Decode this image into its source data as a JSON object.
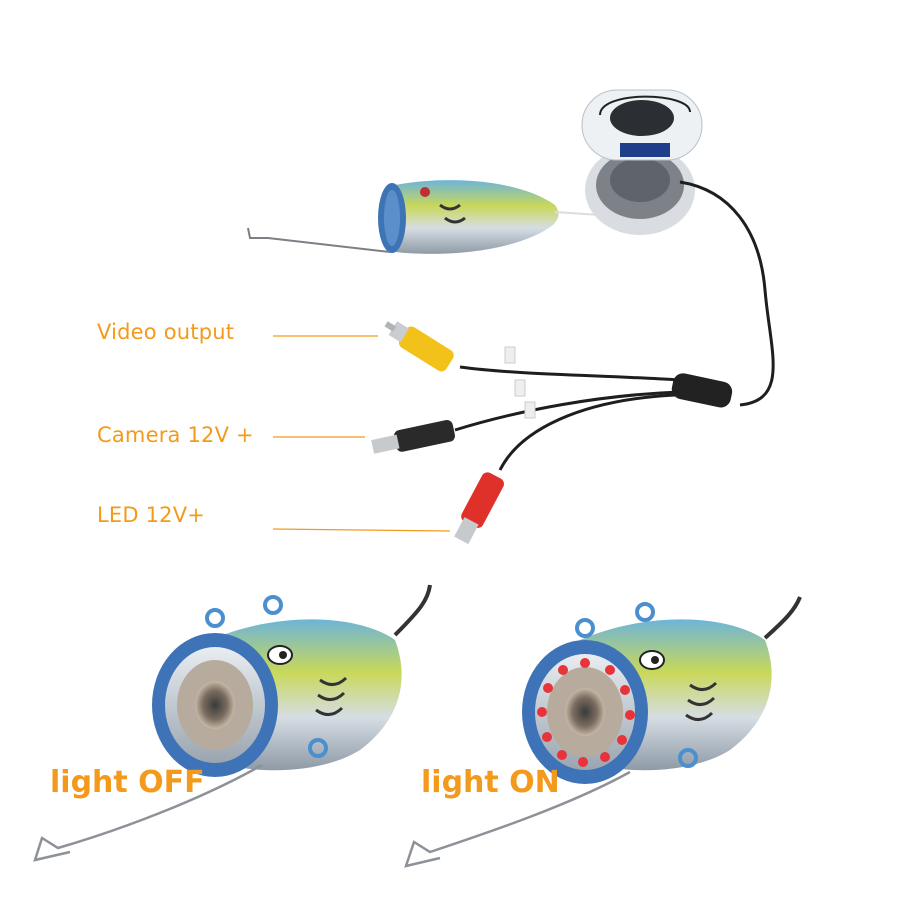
{
  "callouts": {
    "video_output": "Video output",
    "camera_power": "Camera 12V +",
    "led_power": "LED 12V+"
  },
  "states": {
    "light_off": "light OFF",
    "light_on": "light ON"
  },
  "colors": {
    "label_orange": "#f39a1c",
    "rca_yellow": "#f2c21b",
    "dc_red": "#e0302a",
    "camera_blue": "#3f73b8",
    "led_red": "#e8333a"
  }
}
